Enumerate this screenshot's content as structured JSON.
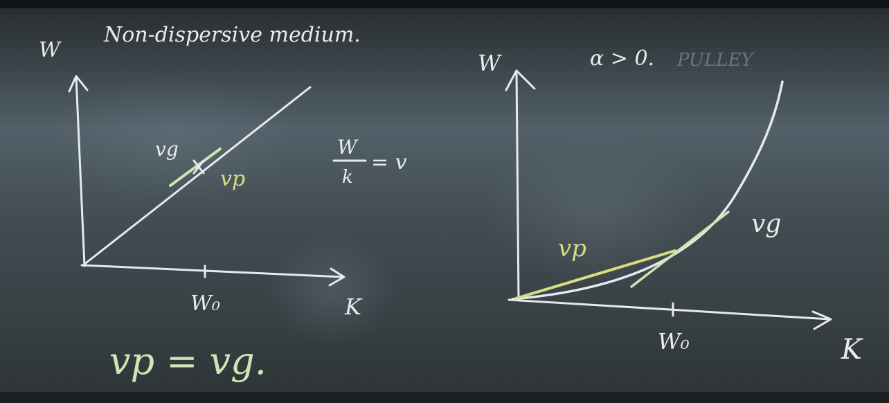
{
  "left_panel": {
    "title": "Non-dispersive medium.",
    "y_axis_label": "W",
    "x_axis_label": "K",
    "tick_label": "W₀",
    "relation_numerator": "W",
    "relation_denominator": "k",
    "relation_rhs": "= v",
    "vg_label": "vg",
    "vp_label": "vp",
    "equality": "vp = vg."
  },
  "right_panel": {
    "y_axis_label": "W",
    "condition": "α > 0.",
    "faint_text": "PULLEY",
    "x_axis_label": "K",
    "tick_label": "W₀",
    "vp_label": "vp",
    "vg_label": "vg"
  },
  "colors": {
    "board": "#2f3536",
    "board_light": "#4f5a62",
    "frame": "#141414",
    "chalk_white": "#e8ecef",
    "chalk_yellow": "#d8dd82",
    "chalk_green": "#cfe6b4"
  }
}
